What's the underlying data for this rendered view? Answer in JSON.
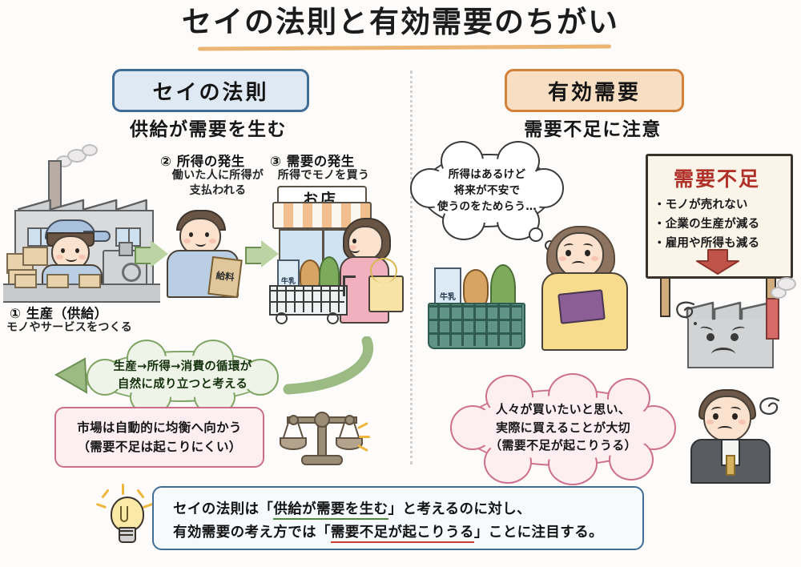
{
  "title": "セイの法則と有効需要のちがい",
  "left_panel": {
    "header": "セイの法則",
    "subtitle": "供給が需要を生む",
    "steps": [
      {
        "number": "①",
        "title": "① 生産（供給）",
        "sub": "モノやサービスをつくる"
      },
      {
        "number": "②",
        "title": "② 所得の発生",
        "sub": "働いた人に所得が\n支払われる"
      },
      {
        "number": "③",
        "title": "③ 需要の発生",
        "sub": "所得でモノを買う"
      }
    ],
    "shop_sign": "お店",
    "pay_envelope": "給料",
    "milk_label": "牛乳",
    "cycle_note": "生産→所得→消費の循環が\n自然に成り立つと考える",
    "conclusion": "市場は自動的に均衡へ向かう\n（需要不足は起こりにくい）"
  },
  "right_panel": {
    "header": "有効需要",
    "subtitle": "需要不足に注意",
    "thought": "所得はあるけど\n将来が不安で\n使うのをためらう…",
    "milk_label": "牛乳",
    "sign": {
      "title": "需要不足",
      "items": [
        "・モノが売れない",
        "・企業の生産が減る",
        "・雇用や所得も減る"
      ]
    },
    "conclusion": "人々が買いたいと思い、\n実際に買えることが大切\n（需要不足が起こりうる）"
  },
  "summary": {
    "line1_a": "セイの法則は「",
    "line1_hl": "供給が需要を生む",
    "line1_b": "」と考えるのに対し、",
    "line2_a": "有効需要の考え方では「",
    "line2_hl": "需要不足が起こりうる",
    "line2_b": "」ことに注目する。"
  },
  "colors": {
    "title_underline": "#e8a85a",
    "left_accent": "#3f6d96",
    "right_accent": "#d4813a",
    "green": "#6d8f54",
    "pink": "#cc6e8a",
    "red": "#b0312a",
    "bulb": "#f0b53c"
  }
}
